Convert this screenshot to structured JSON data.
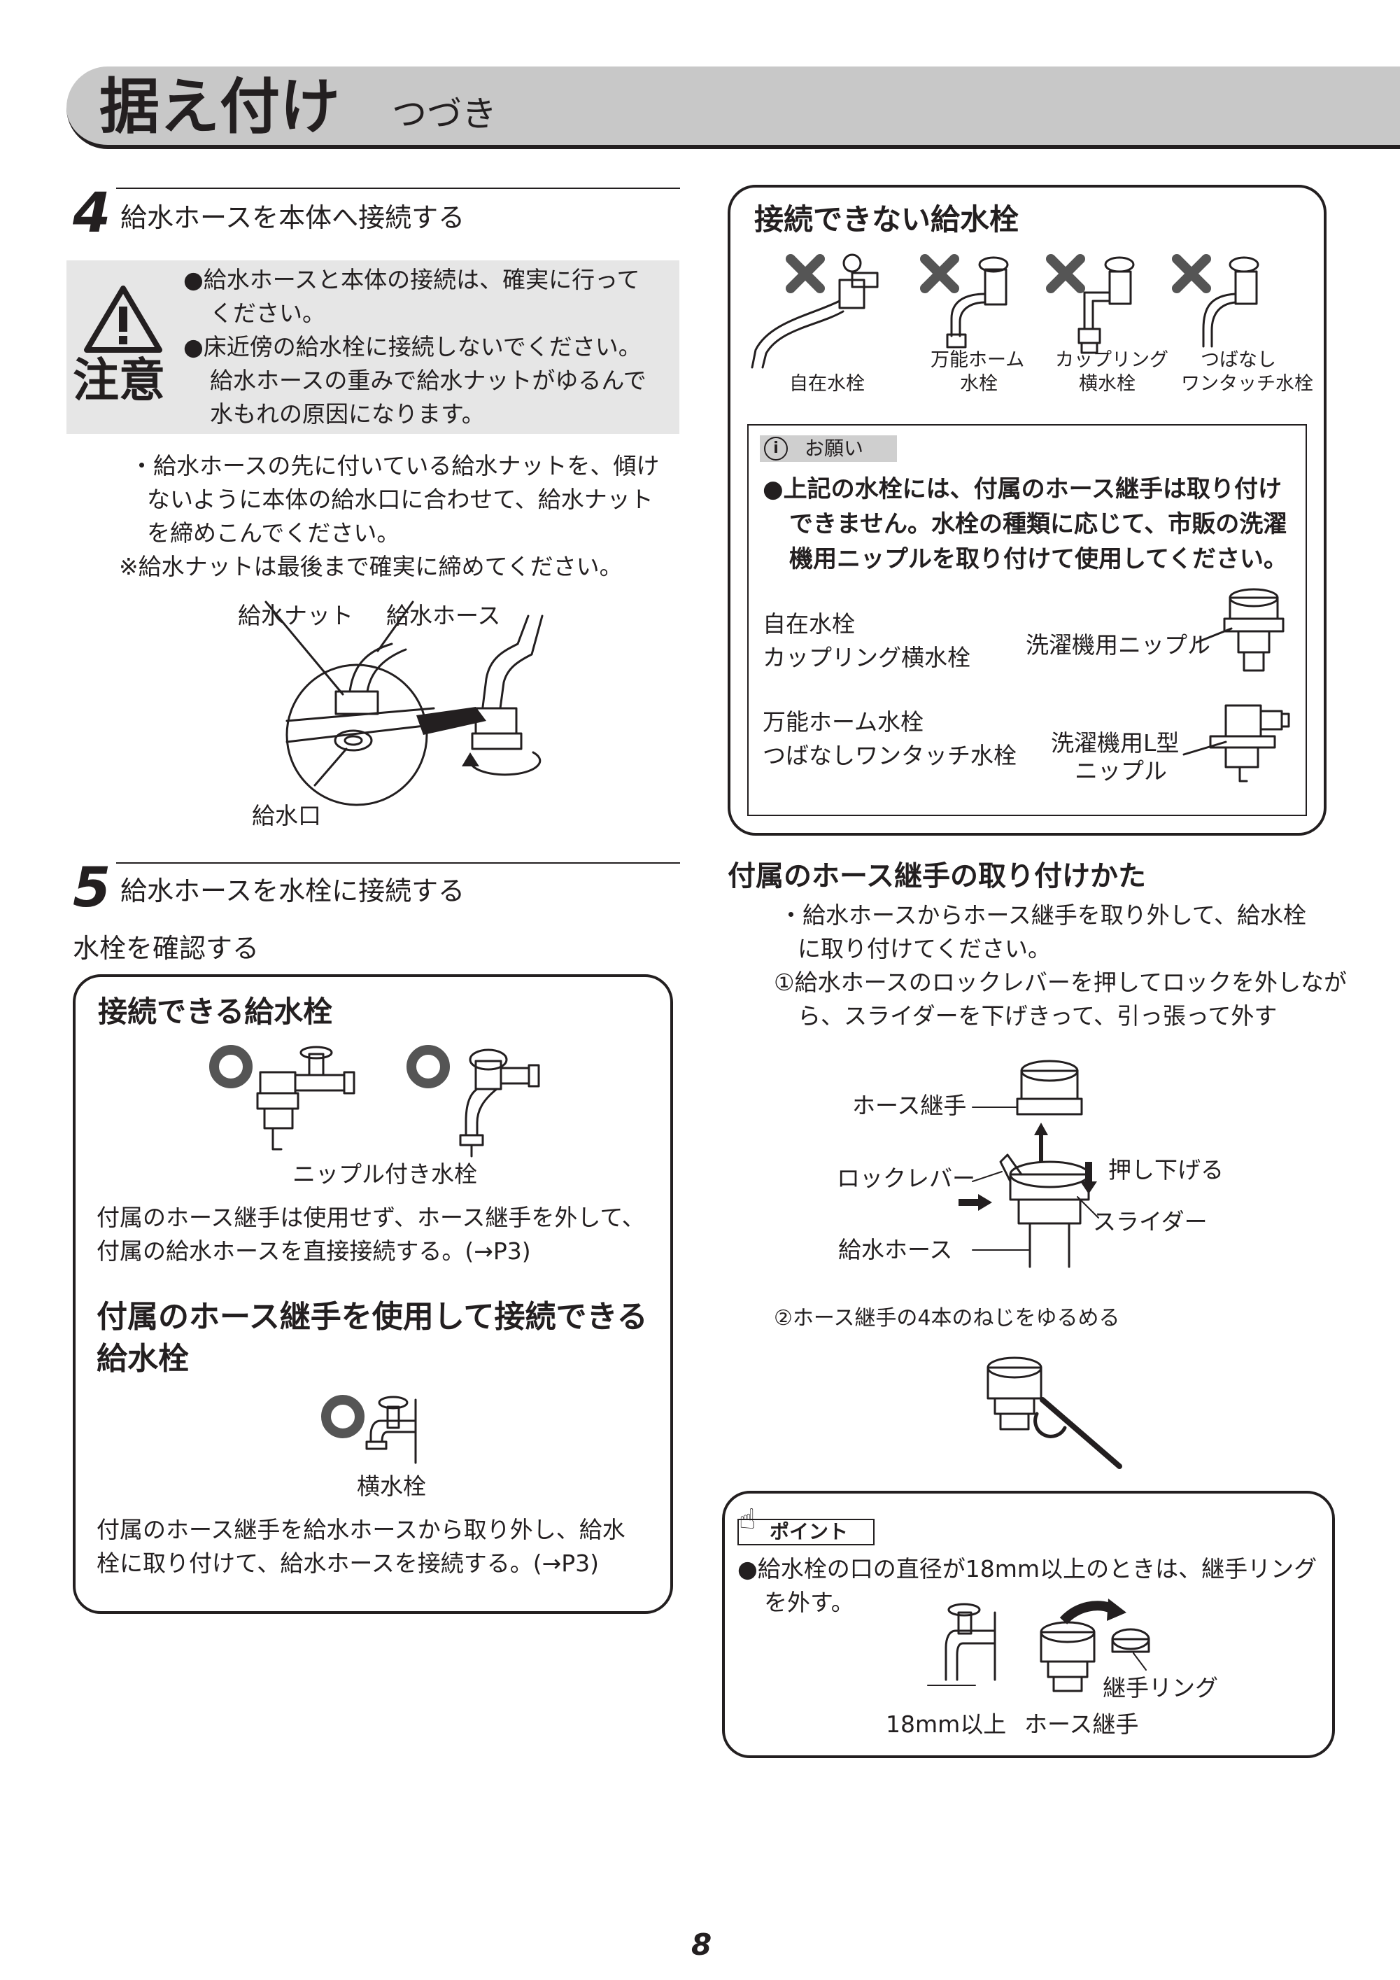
{
  "header": {
    "title": "据え付け",
    "subtitle": "つづき"
  },
  "step4": {
    "number": "4",
    "title": "給水ホースを本体へ接続する",
    "caution_label": "注意",
    "caution_line1": "●給水ホースと本体の接続は、確実に行って",
    "caution_line2": "ください。",
    "caution_line3": "●床近傍の給水栓に接続しないでください。",
    "caution_line4": "給水ホースの重みで給水ナットがゆるんで",
    "caution_line5": "水もれの原因になります。",
    "body_line1": "・給水ホースの先に付いている給水ナットを、傾け",
    "body_line2": "ないように本体の給水口に合わせて、給水ナット",
    "body_line3": "を締めこんでください。",
    "note": "※給水ナットは最後まで確実に締めてください。",
    "label_nut": "給水ナット",
    "label_hose": "給水ホース",
    "label_inlet": "給水口"
  },
  "incompatible": {
    "title": "接続できない給水栓",
    "faucet1": "自在水栓",
    "faucet2_line1": "万能ホーム",
    "faucet2_line2": "水栓",
    "faucet3_line1": "カップリング",
    "faucet3_line2": "横水栓",
    "faucet4_line1": "つばなし",
    "faucet4_line2": "ワンタッチ水栓",
    "request_label": "お願い",
    "request_line1": "●上記の水栓には、付属のホース継手は取り付け",
    "request_line2": "できません。水栓の種類に応じて、市販の洗濯",
    "request_line3": "機用ニップルを取り付けて使用してください。",
    "pair1_line1": "自在水栓",
    "pair1_line2": "カップリング横水栓",
    "nipple1": "洗濯機用ニップル",
    "pair2_line1": "万能ホーム水栓",
    "pair2_line2": "つばなしワンタッチ水栓",
    "nipple2_line1": "洗濯機用L型",
    "nipple2_line2": "ニップル"
  },
  "step5": {
    "number": "5",
    "title": "給水ホースを水栓に接続する",
    "subheading": "水栓を確認する",
    "compatible_title": "接続できる給水栓",
    "nipple_faucet_label": "ニップル付き水栓",
    "nipple_text_line1": "付属のホース継手は使用せず、ホース継手を外して、",
    "nipple_text_line2": "付属の給水ホースを直接接続する。(→P3)",
    "joint_title_line1": "付属のホース継手を使用して接続できる",
    "joint_title_line2": "給水栓",
    "horizontal_label": "横水栓",
    "joint_text_line1": "付属のホース継手を給水ホースから取り外し、給水",
    "joint_text_line2": "栓に取り付けて、給水ホースを接続する。(→P3)"
  },
  "attach": {
    "title": "付属のホース継手の取り付けかた",
    "line1": "・給水ホースからホース継手を取り外して、給水栓",
    "line2": "に取り付けてください。",
    "step1_line1": "①給水ホースのロックレバーを押してロックを外しなが",
    "step1_line2": "ら、スライダーを下げきって、引っ張って外す",
    "label_joint": "ホース継手",
    "label_lever": "ロックレバー",
    "label_push": "押し下げる",
    "label_slider": "スライダー",
    "label_hose": "給水ホース",
    "step2": "②ホース継手の4本のねじをゆるめる"
  },
  "point": {
    "label": "ポイント",
    "line1": "●給水栓の口の直径が18mm以上のときは、継手リング",
    "line2": "を外す。",
    "label_ring": "継手リング",
    "label_size": "18mm以上",
    "label_joint": "ホース継手"
  },
  "page_number": "8"
}
